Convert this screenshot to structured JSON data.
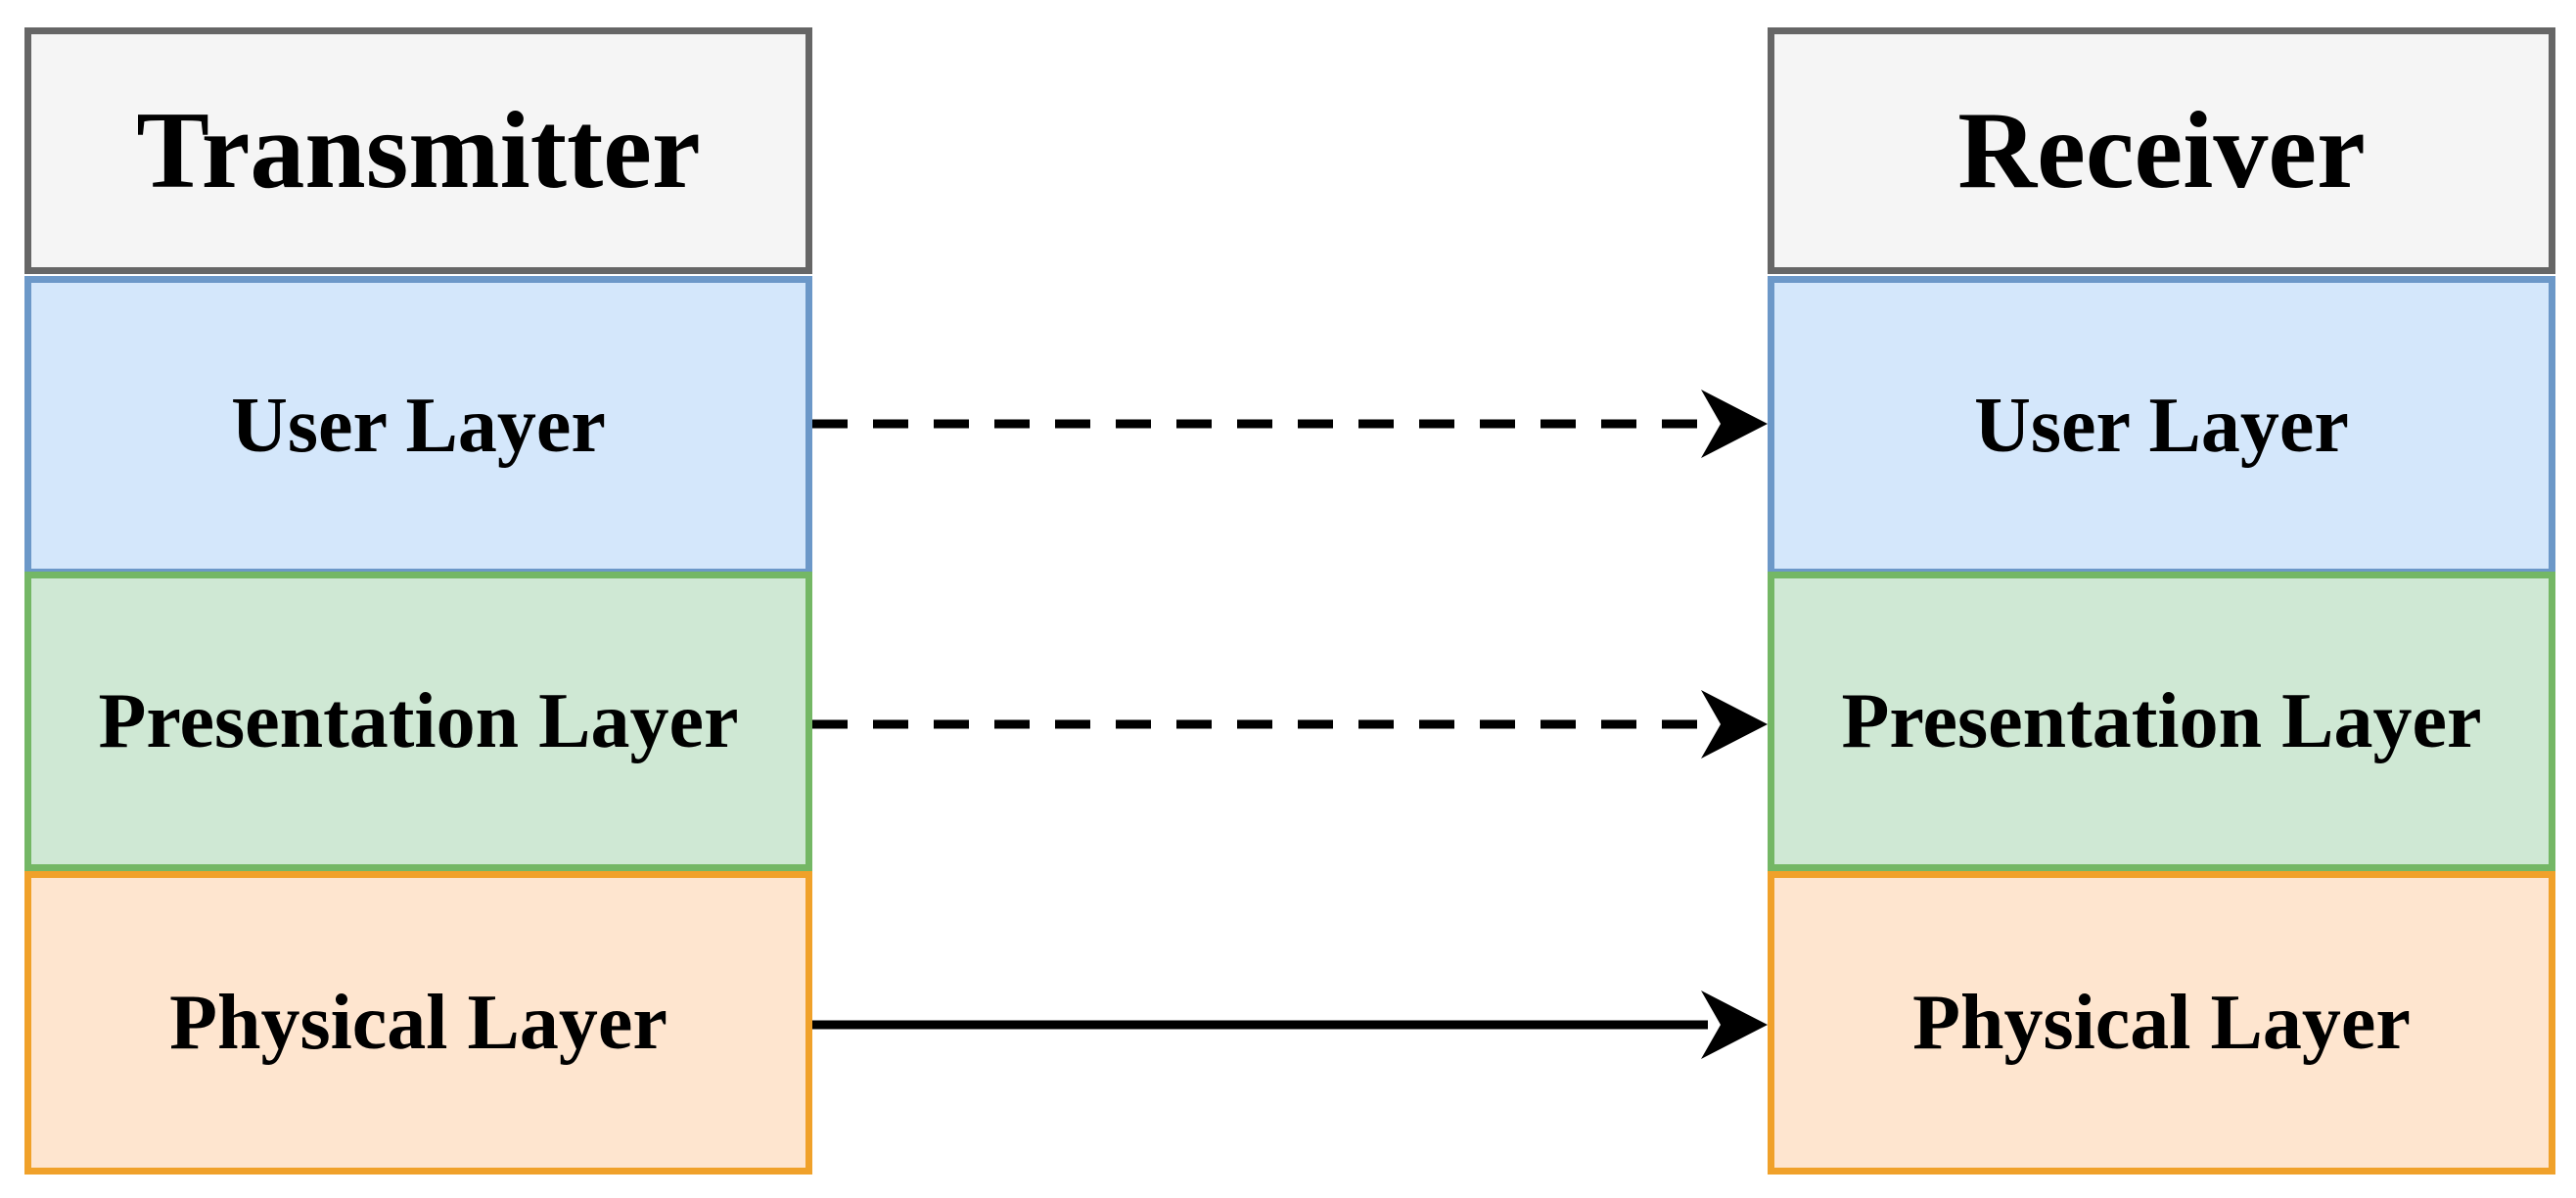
{
  "transmitter": {
    "title": "Transmitter",
    "layers": {
      "user": "User Layer",
      "presentation": "Presentation Layer",
      "physical": "Physical Layer"
    }
  },
  "receiver": {
    "title": "Receiver",
    "layers": {
      "user": "User Layer",
      "presentation": "Presentation Layer",
      "physical": "Physical Layer"
    }
  },
  "links": [
    {
      "from": "transmitter.user",
      "to": "receiver.user",
      "style": "dashed"
    },
    {
      "from": "transmitter.presentation",
      "to": "receiver.presentation",
      "style": "dashed"
    },
    {
      "from": "transmitter.physical",
      "to": "receiver.physical",
      "style": "solid"
    }
  ],
  "colors": {
    "title_fill": "#f5f5f5",
    "title_border": "#666666",
    "user_fill": "#d4e7fb",
    "user_border": "#6c98c8",
    "presentation_fill": "#cfe8d4",
    "presentation_border": "#74b765",
    "physical_fill": "#fee5cf",
    "physical_border": "#f0a12a",
    "arrow": "#000000"
  }
}
